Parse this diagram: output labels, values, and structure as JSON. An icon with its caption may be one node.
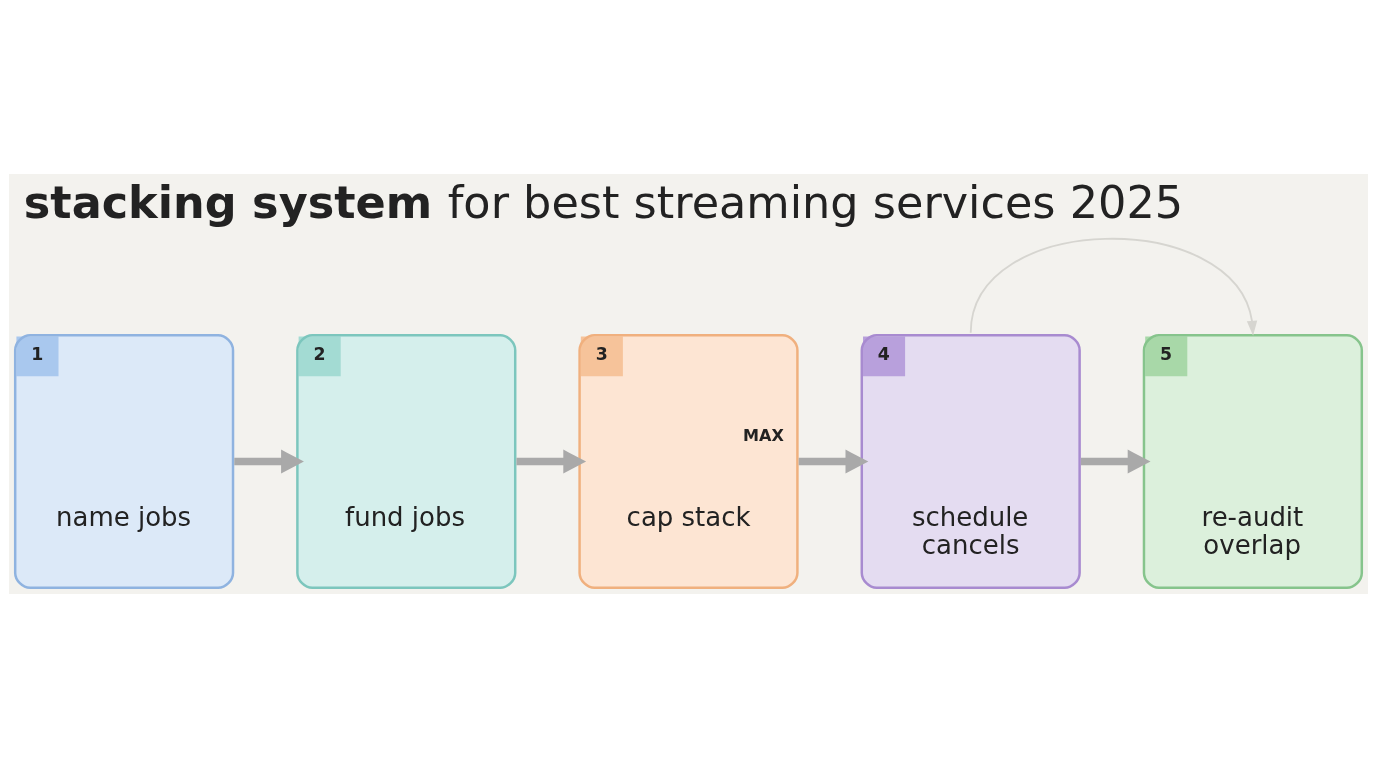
{
  "diagram": {
    "title": "**stacking system** for best streaming services 2025",
    "nodes": [
      {
        "text": [
          "1",
          "name jobs"
        ]
      },
      {
        "text": [
          "2",
          "fund jobs"
        ]
      },
      {
        "text": [
          "3",
          "MAX",
          "cap stack"
        ]
      },
      {
        "text": [
          "4",
          "schedule cancels"
        ]
      },
      {
        "text": [
          "5",
          "re-audit overlap"
        ]
      }
    ],
    "edges": [
      {
        "from": 0,
        "to": 1,
        "arrow": "to"
      },
      {
        "from": 1,
        "to": 2,
        "arrow": "to"
      },
      {
        "from": 2,
        "to": 3,
        "arrow": "to"
      },
      {
        "from": 3,
        "to": 4,
        "arrow": "to"
      },
      {
        "from": 3,
        "to": 4,
        "arrow": "to",
        "color": "#d6d5d0"
      }
    ]
  }
}
